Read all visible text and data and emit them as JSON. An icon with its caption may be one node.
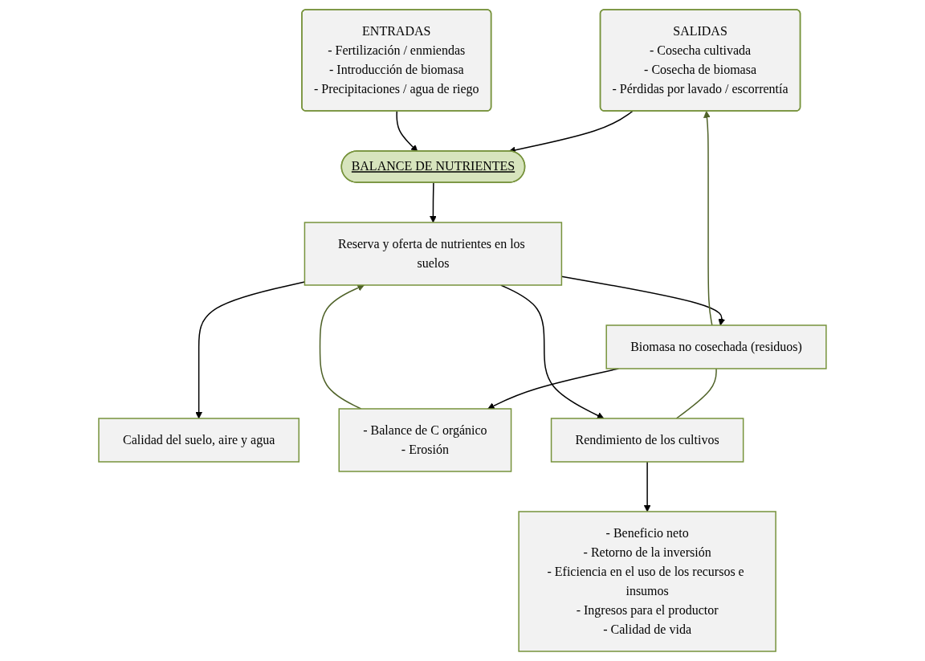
{
  "diagram": {
    "nodes": [
      {
        "text": [
          "SALIDAS",
          "- Cosecha cultivada",
          "- Cosecha de biomasa",
          "- Pérdidas por lavado / escorrentía"
        ]
      },
      {
        "text": [
          "BALANCE DE NUTRIENTES"
        ]
      },
      {
        "text": [
          "ENTRADAS",
          "- Fertilización / enmiendas",
          "- Introducción de biomasa",
          "- Precipitaciones / agua de riego"
        ]
      },
      {
        "text": [
          "Biomasa no cosechada (residuos)"
        ]
      },
      {
        "text": [
          "Reserva y oferta de nutrientes en los suelos"
        ]
      },
      {
        "text": [
          "Calidad del suelo, aire y agua"
        ]
      },
      {
        "text": [
          "- Balance de C orgánico",
          "- Erosión"
        ]
      },
      {
        "text": [
          "Rendimiento de los cultivos"
        ]
      },
      {
        "text": [
          "- Beneficio neto",
          "- Retorno de la inversión",
          "- Eficiencia en el uso de los recursos e insumos",
          "- Ingresos para el productor",
          "- Calidad de vida"
        ]
      }
    ],
    "edges": [
      {
        "from": 0,
        "to": 1,
        "arrow": "to"
      },
      {
        "from": 2,
        "to": 1,
        "arrow": "to"
      },
      {
        "from": 1,
        "to": 4,
        "arrow": "to"
      },
      {
        "from": 4,
        "to": 3,
        "arrow": "to"
      },
      {
        "from": 4,
        "to": 5,
        "arrow": "to"
      },
      {
        "from": 3,
        "to": 0,
        "arrow": "to",
        "color": "#4f6228"
      },
      {
        "from": 3,
        "to": 6,
        "arrow": "to"
      },
      {
        "from": 6,
        "to": 4,
        "arrow": "to",
        "color": "#4f6228"
      },
      {
        "from": 3,
        "to": 7,
        "arrow": "none",
        "color": "#4f6228"
      },
      {
        "from": 4,
        "to": 7,
        "arrow": "to"
      },
      {
        "from": 7,
        "to": 8,
        "arrow": "to"
      }
    ]
  }
}
